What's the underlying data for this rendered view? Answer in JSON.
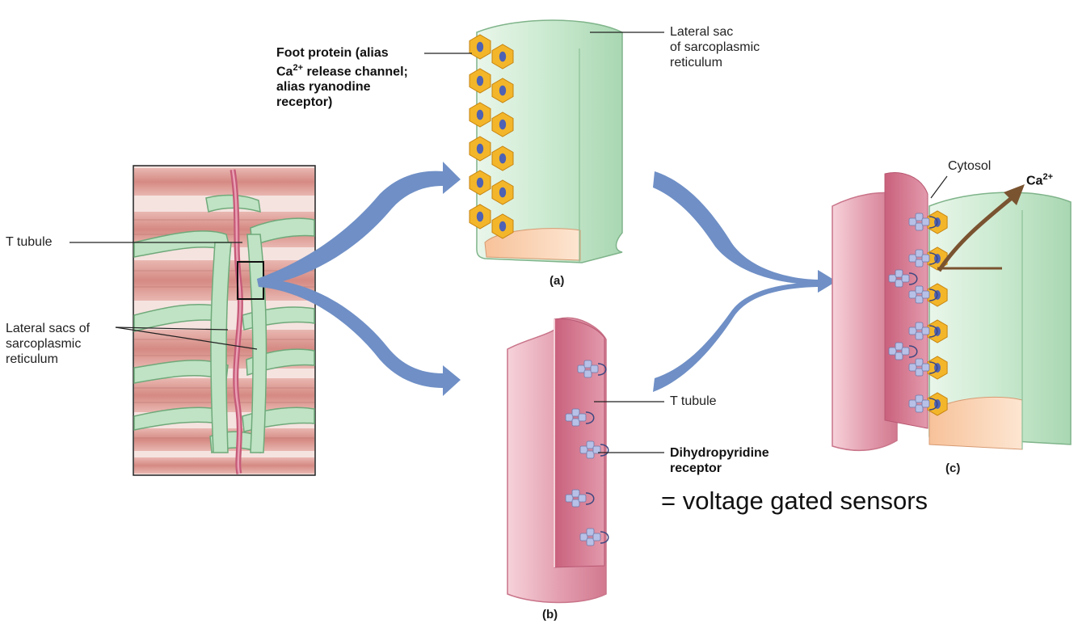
{
  "labels": {
    "t_tubule_left": "T tubule",
    "lateral_sacs_left": "Lateral sacs of\nsarcoplasmic\nreticulum",
    "foot_protein": "Foot protein (alias\nCa",
    "foot_protein_sup": "2+",
    "foot_protein_rest": " release channel;\nalias ryanodine\nreceptor)",
    "lateral_sac_top": "Lateral sac\nof sarcoplasmic\nreticulum",
    "panel_a": "(a)",
    "t_tubule_b": "T tubule",
    "dhp_receptor": "Dihydropyridine\nreceptor",
    "panel_b": "(b)",
    "cytosol": "Cytosol",
    "ca_base": "Ca",
    "ca_sup": "2+",
    "panel_c": "(c)",
    "voltage_caption": "= voltage gated sensors"
  },
  "colors": {
    "arrow_blue": "#6f8fc6",
    "sr_green": "#cfe9d3",
    "sr_green_dark": "#8fbf98",
    "tubule_pink": "#e6a3b2",
    "tubule_pink_dark": "#c76c86",
    "foot_yellow": "#f3b62a",
    "foot_orange": "#e08e16",
    "receptor_blue": "#a8b3de",
    "muscle_red": "#d88d86",
    "ca_arrow_brown": "#7a5330"
  }
}
